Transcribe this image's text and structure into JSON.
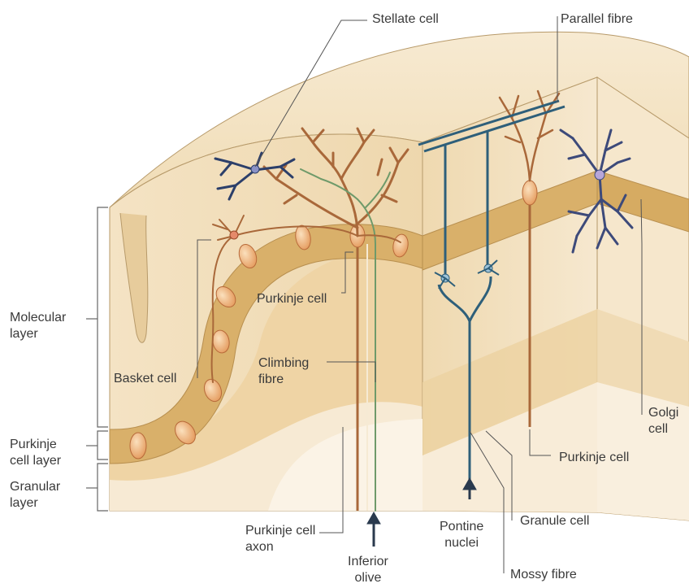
{
  "labels": {
    "stellate_cell": "Stellate cell",
    "parallel_fibre": "Parallel fibre",
    "molecular_layer": [
      "Molecular",
      "layer"
    ],
    "purkinje_cell_layer": [
      "Purkinje",
      "cell layer"
    ],
    "granular_layer": [
      "Granular",
      "layer"
    ],
    "purkinje_cell_center": "Purkinje cell",
    "climbing_fibre": [
      "Climbing",
      "fibre"
    ],
    "basket_cell": "Basket cell",
    "golgi_cell": [
      "Golgi",
      "cell"
    ],
    "purkinje_cell_right": "Purkinje cell",
    "purkinje_cell_axon": [
      "Purkinje cell",
      "axon"
    ],
    "inferior_olive": [
      "Inferior",
      "olive"
    ],
    "pontine_nuclei": [
      "Pontine",
      "nuclei"
    ],
    "granule_cell": "Granule cell",
    "mossy_fibre": "Mossy fibre"
  },
  "colors": {
    "tissue_light": "#f3e2c2",
    "tissue_mid": "#e9cf9f",
    "tissue_band": "#d8ae68",
    "purkinje_soma": "#f0b27a",
    "purkinje_dendrite": "#a9683a",
    "granule_axon": "#2e5f7a",
    "climbing_fibre": "#6f9a6a",
    "interneuron": "#3d4a7a",
    "label_text": "#3a3a3a",
    "leader_line": "#555555"
  }
}
